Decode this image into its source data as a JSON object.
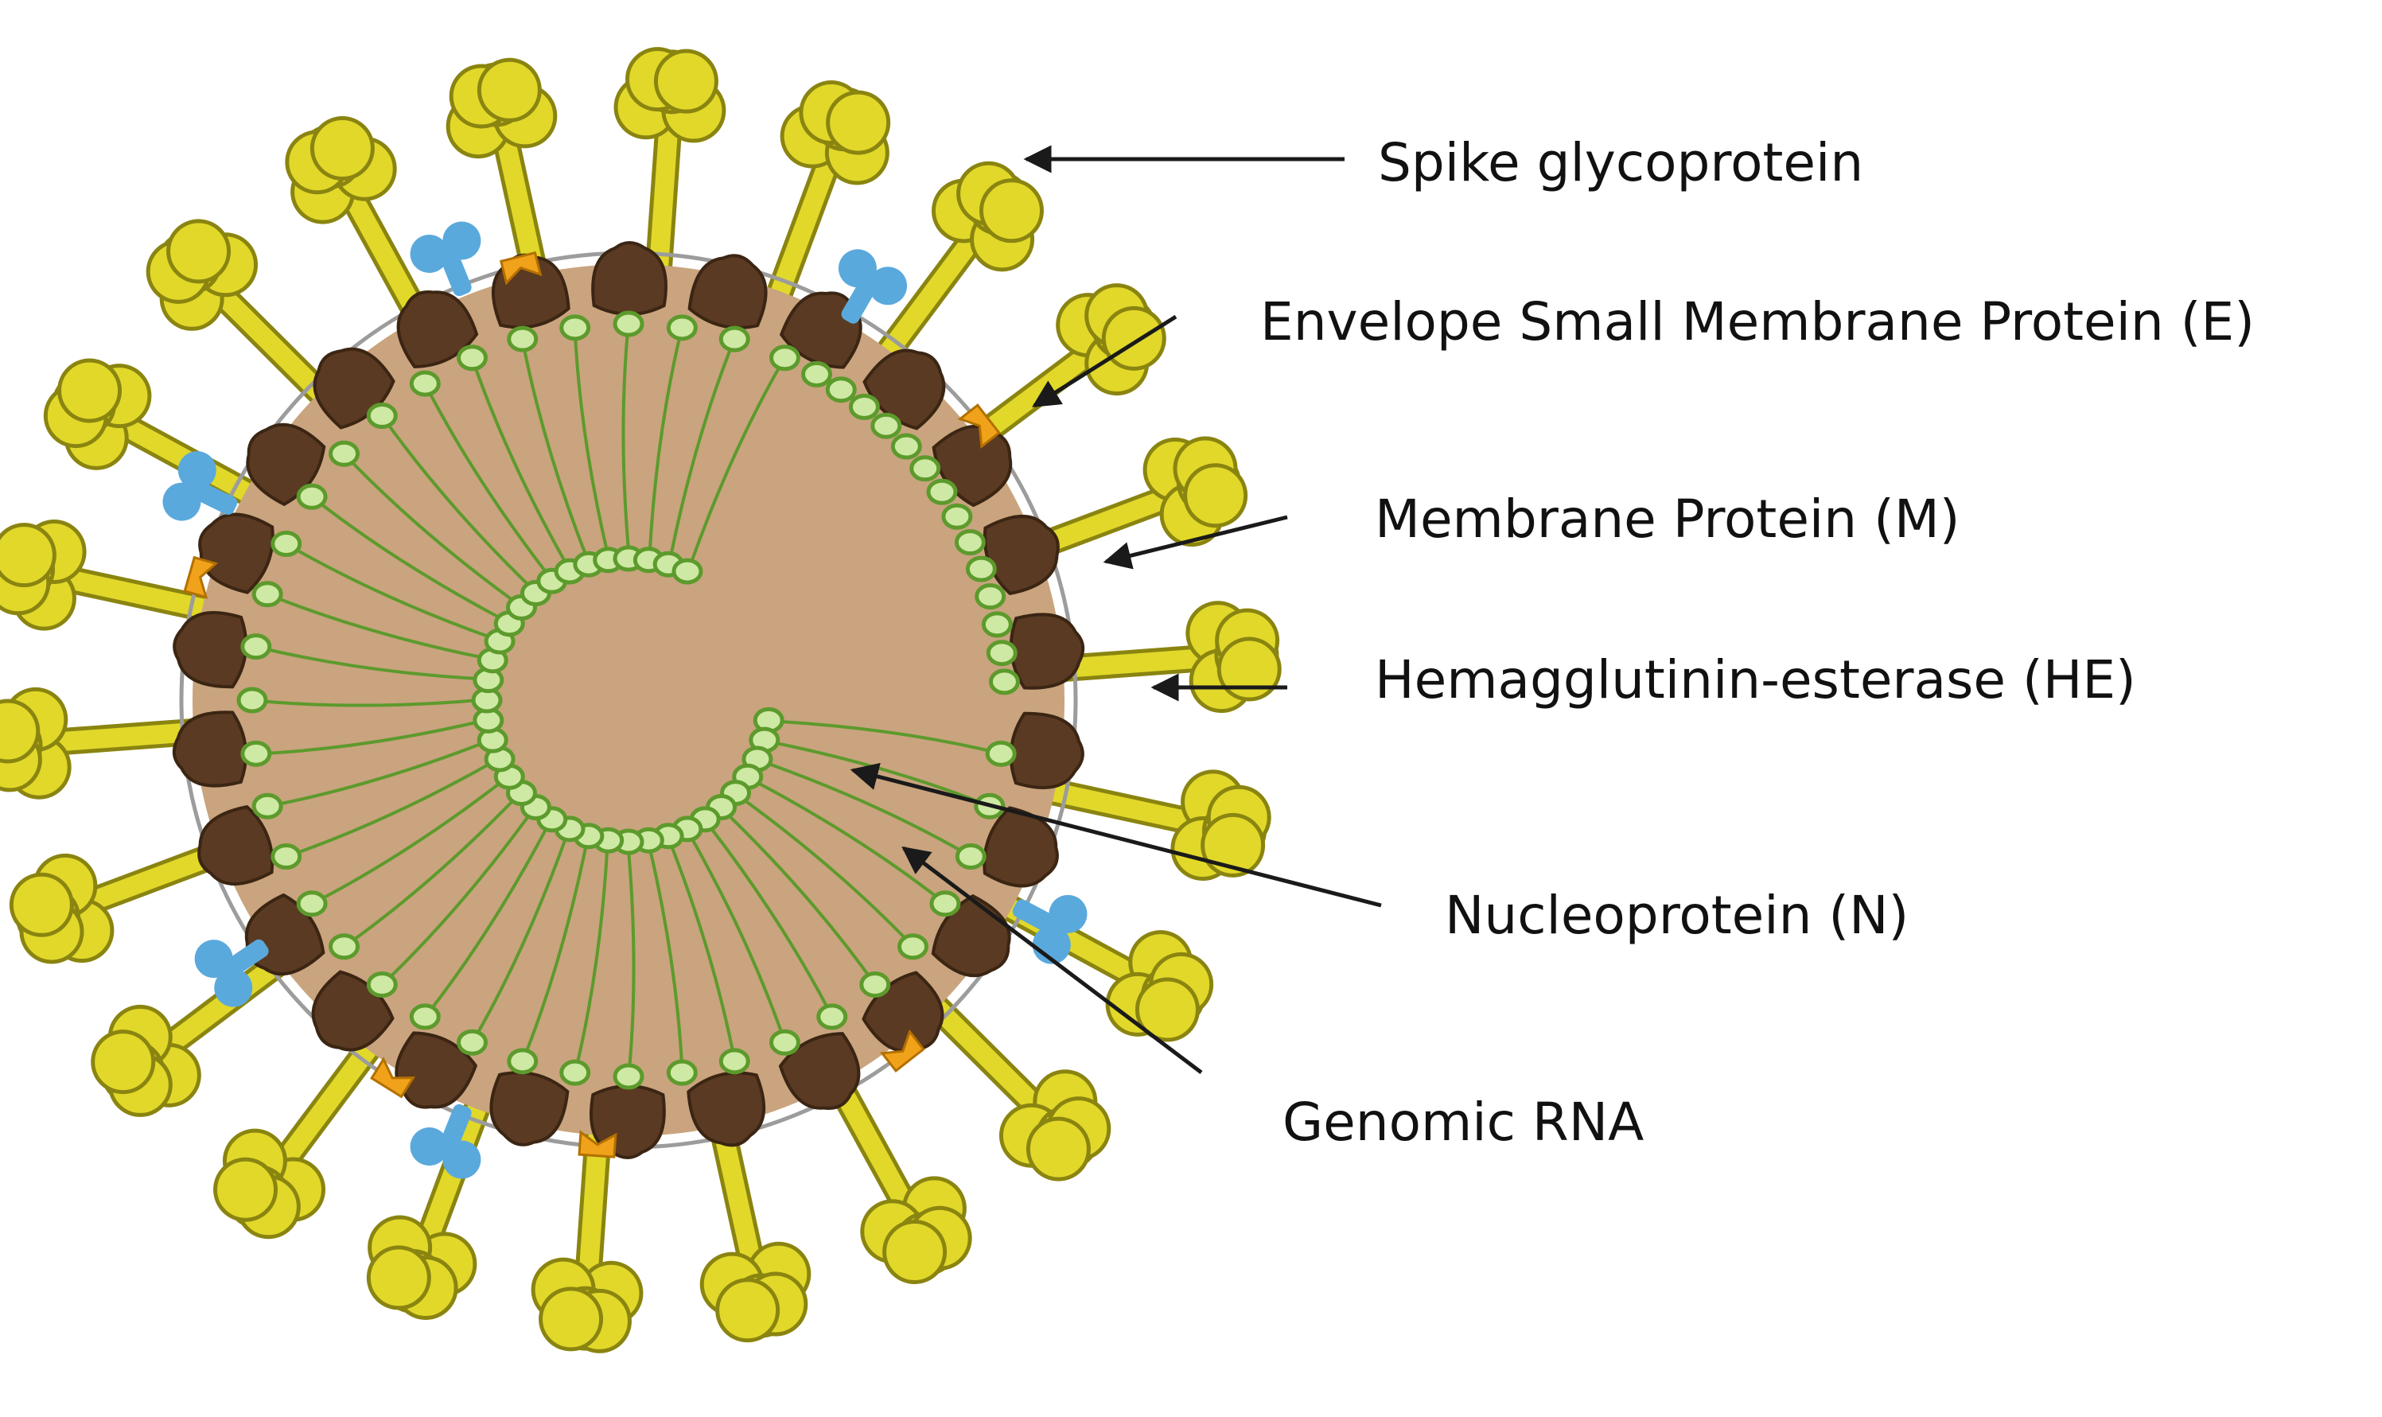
{
  "labels": {
    "spike": "Spike glycoprotein",
    "envelope": "Envelope Small Membrane Protein (E)",
    "membrane": "Membrane Protein (M)",
    "he": "Hemagglutinin-esterase (HE)",
    "nucleoprotein": "Nucleoprotein (N)",
    "rna": "Genomic RNA"
  },
  "colors": {
    "spike_fill": "#e1d82a",
    "spike_stroke": "#8a8410",
    "membrane_protein": "#5a3a22",
    "he_protein": "#5aa9dc",
    "envelope_protein": "#f0a21a",
    "interior": "#c9a47e",
    "rna_strand": "#5c9a2c",
    "nucleoprotein_bead": "#cde9a3",
    "arrow": "#1a1a1a"
  }
}
